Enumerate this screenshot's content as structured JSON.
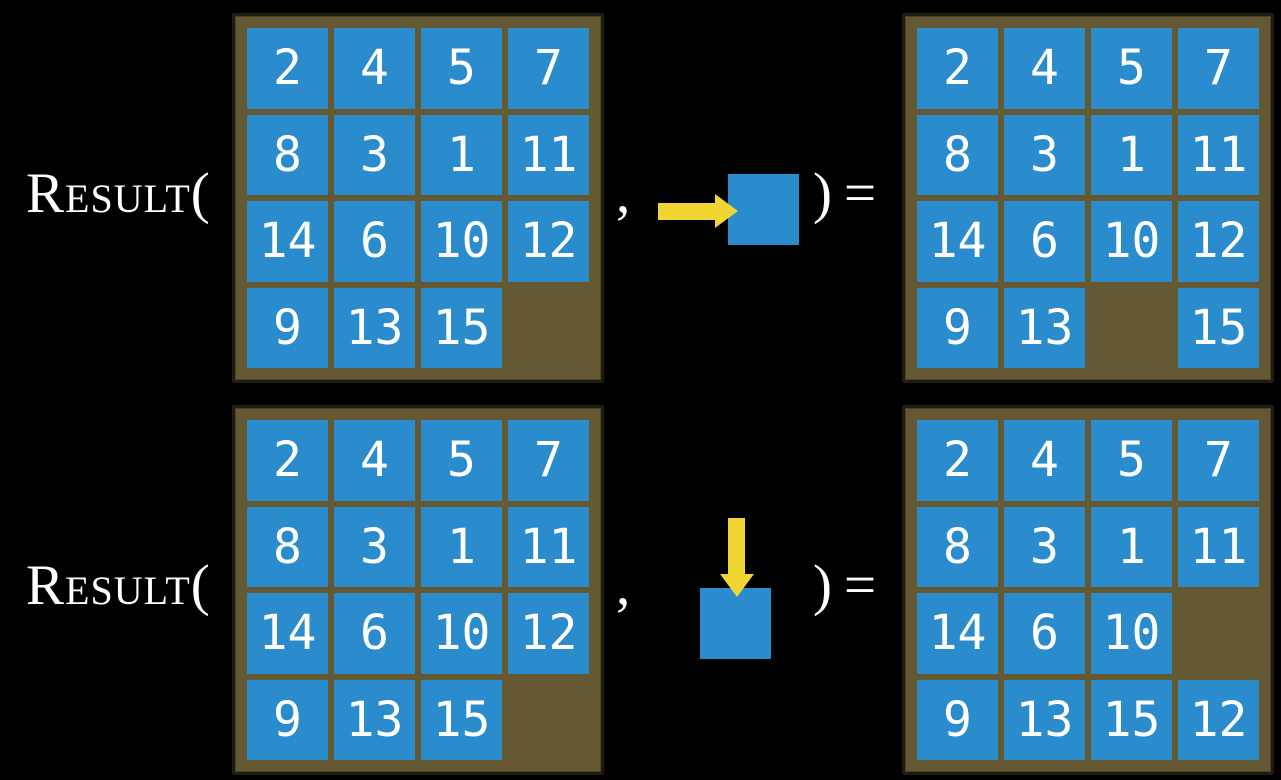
{
  "colors": {
    "tile_blue": "#2b8ccd",
    "board_brown": "#655934",
    "board_border": "#211c12",
    "arrow_yellow": "#f0d632",
    "text_white": "#ffffff",
    "background": "#000000"
  },
  "function_name": "Result",
  "punctuation": {
    "open_paren": "(",
    "comma": ",",
    "close_paren": ")",
    "equals": "="
  },
  "examples": [
    {
      "id": "slide-right",
      "action_direction": "right",
      "before_state": [
        2,
        4,
        5,
        7,
        8,
        3,
        1,
        11,
        14,
        6,
        10,
        12,
        9,
        13,
        15,
        null
      ],
      "after_state": [
        2,
        4,
        5,
        7,
        8,
        3,
        1,
        11,
        14,
        6,
        10,
        12,
        9,
        13,
        null,
        15
      ]
    },
    {
      "id": "slide-down",
      "action_direction": "down",
      "before_state": [
        2,
        4,
        5,
        7,
        8,
        3,
        1,
        11,
        14,
        6,
        10,
        12,
        9,
        13,
        15,
        null
      ],
      "after_state": [
        2,
        4,
        5,
        7,
        8,
        3,
        1,
        11,
        14,
        6,
        10,
        null,
        9,
        13,
        15,
        12
      ]
    }
  ]
}
